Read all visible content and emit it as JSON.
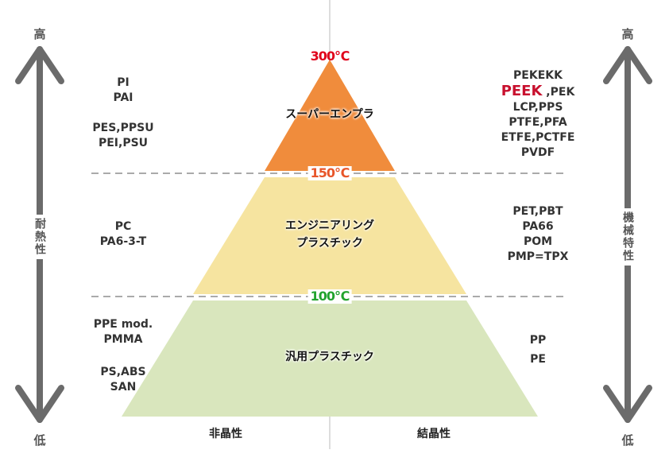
{
  "axes": {
    "left_label": "耐熱性",
    "right_label": "機械特性",
    "high": "高",
    "low": "低"
  },
  "temps": [
    {
      "label": "300℃",
      "color": "#e0001b"
    },
    {
      "label": "150℃",
      "color": "#e8562a"
    },
    {
      "label": "100℃",
      "color": "#22a32f"
    }
  ],
  "bands": {
    "super": {
      "lines": [
        "スーパーエンプラ"
      ],
      "color": "#f08c3c"
    },
    "engineering": {
      "lines": [
        "エンジニアリング",
        "プラスチック"
      ],
      "color": "#f6e4a0"
    },
    "general": {
      "lines": [
        "汎用プラスチック"
      ],
      "color": "#d9e6bd"
    }
  },
  "amorphous": {
    "title": "非晶性",
    "super": [
      "PI",
      "PAI",
      "PES,PPSU",
      "PEI,PSU"
    ],
    "engineering": [
      "PC",
      "PA6-3-T"
    ],
    "general": [
      "PPE mod.",
      "PMMA",
      "PS,ABS",
      "SAN"
    ]
  },
  "crystalline": {
    "title": "結晶性",
    "super_first": "PEKEKK",
    "super_highlight": "PEEK",
    "super_highlight_rest": ",PEK",
    "super": [
      "LCP,PPS",
      "PTFE,PFA",
      "ETFE,PCTFE",
      "PVDF"
    ],
    "engineering": [
      "PET,PBT",
      "PA66",
      "POM",
      "PMP=TPX"
    ],
    "general": [
      "PP",
      "PE"
    ]
  }
}
